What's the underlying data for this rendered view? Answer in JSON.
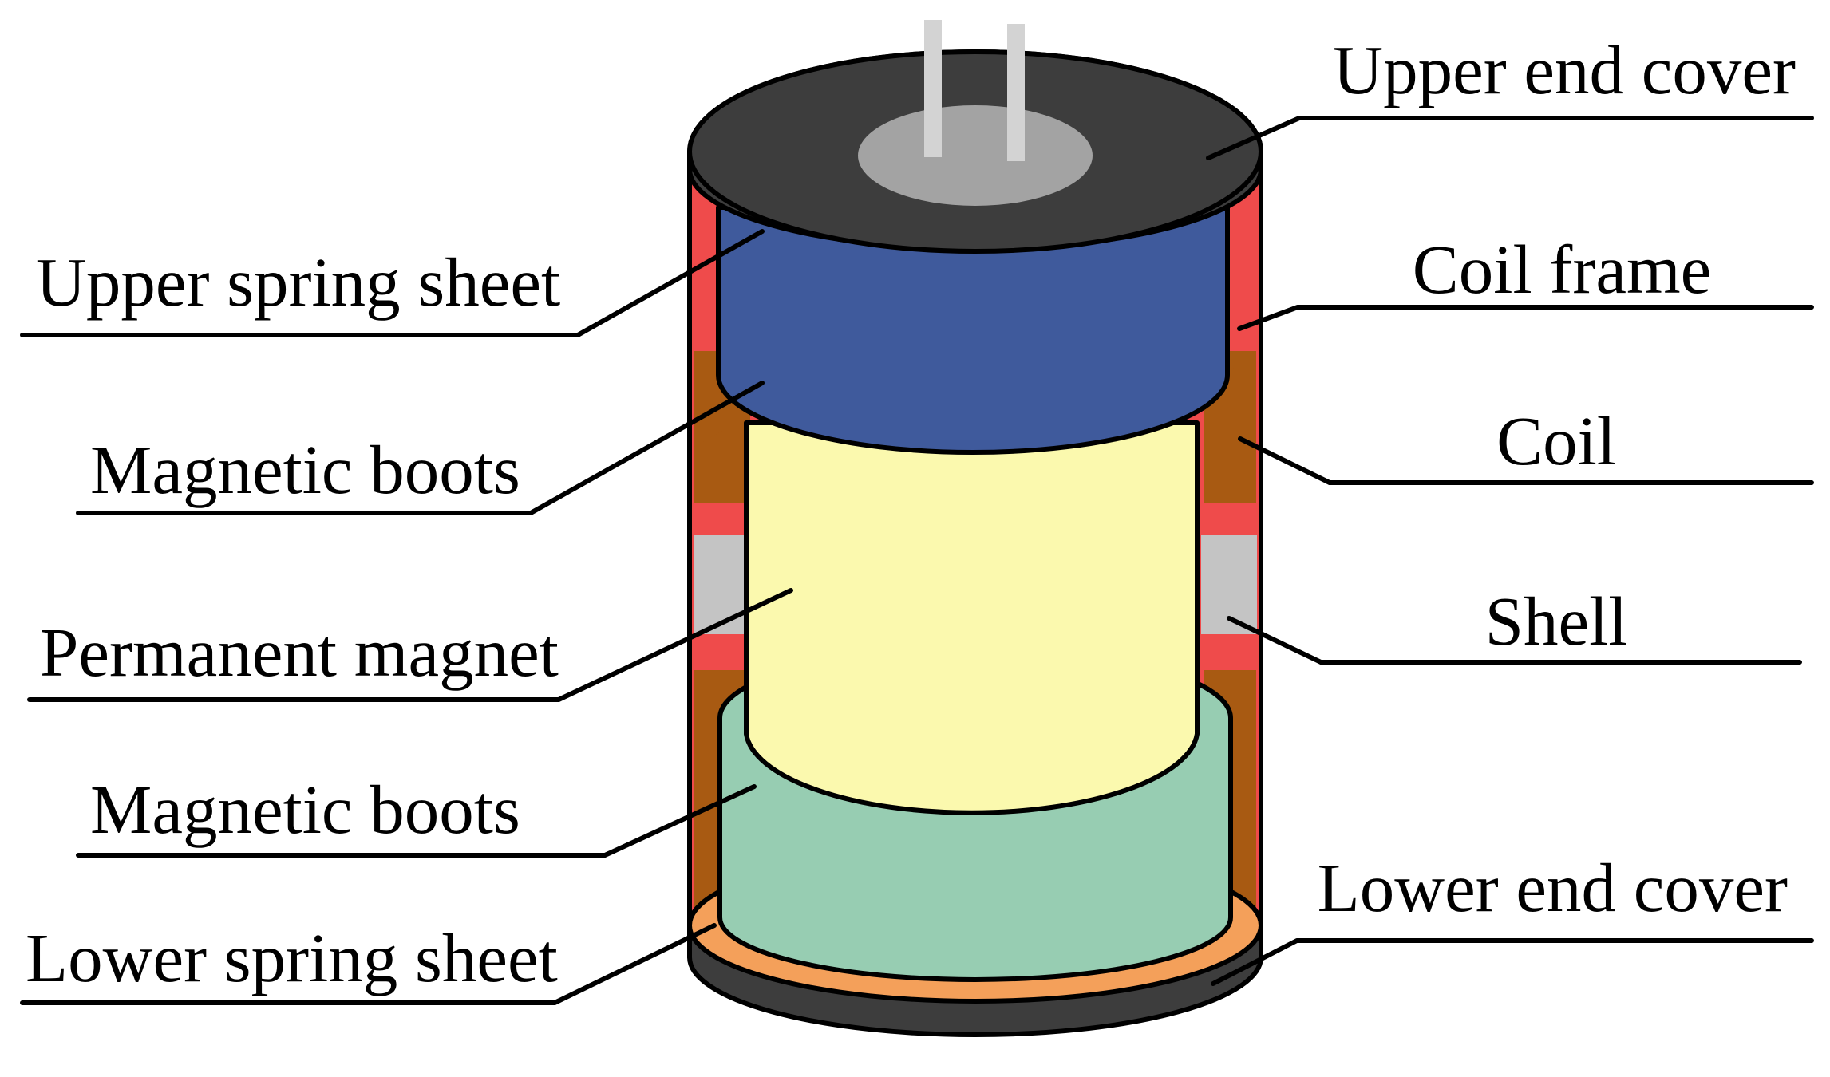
{
  "labels": {
    "upper_end_cover": "Upper end cover",
    "coil_frame": "Coil frame",
    "coil": "Coil",
    "shell": "Shell",
    "lower_end_cover": "Lower end cover",
    "upper_spring_sheet": "Upper spring sheet",
    "magnetic_boots_top": "Magnetic boots",
    "permanent_magnet": "Permanent magnet",
    "magnetic_boots_bottom": "Magnetic boots",
    "lower_spring_sheet": "Lower spring sheet"
  },
  "colors": {
    "end_cover": "#3d3d3d",
    "spring_sheet": "#f4a05a",
    "coil_frame": "#ef4b4b",
    "coil": "#a85a12",
    "shell": "#c4c4c4",
    "magnetic_boots_top": "#3f5a9c",
    "permanent_magnet": "#fbf9ae",
    "magnetic_boots_bottom": "#97cdb2",
    "terminal_pad": "#a3a3a3",
    "terminal_pins": "#d3d3d3"
  }
}
